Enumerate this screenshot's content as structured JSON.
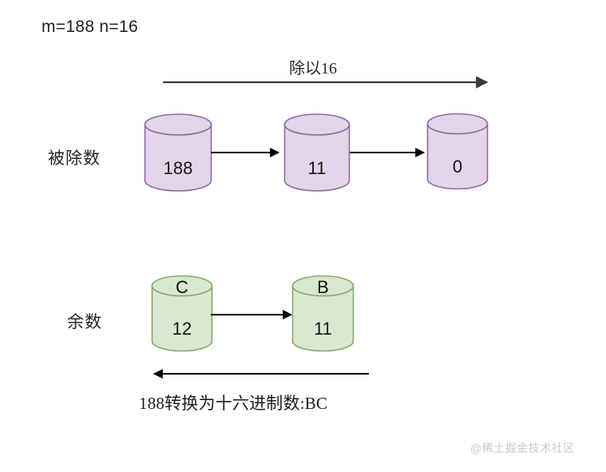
{
  "header": {
    "title": "m=188 n=16"
  },
  "top_arrow": {
    "label": "除以16"
  },
  "bottom_arrow": {
    "caption": "188转换为十六进制数:BC"
  },
  "rows": [
    {
      "label": "被除数",
      "color_fill": "#e4d5ea",
      "color_stroke": "#8b6ba0",
      "nodes": [
        {
          "top_value": "",
          "value": "188"
        },
        {
          "top_value": "",
          "value": "11"
        },
        {
          "top_value": "",
          "value": "0"
        }
      ]
    },
    {
      "label": "余数",
      "color_fill": "#d9e8d0",
      "color_stroke": "#84a96c",
      "nodes": [
        {
          "top_value": "C",
          "value": "12"
        },
        {
          "top_value": "B",
          "value": "11"
        }
      ]
    }
  ],
  "watermark": {
    "text": "@稀土掘金技术社区"
  },
  "colors": {
    "background": "#ffffff",
    "arrow": "#3a3a3a",
    "text": "#1a1a1a",
    "watermark": "#c9c9c9"
  }
}
